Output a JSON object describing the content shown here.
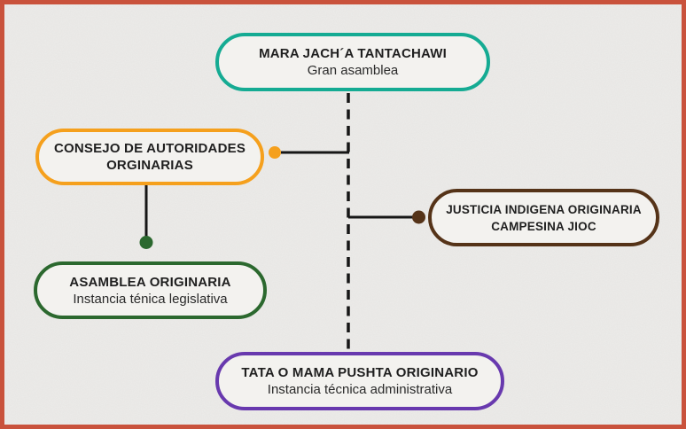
{
  "page": {
    "background": "#edecea",
    "frame_border_color": "#c9523c"
  },
  "diagram": {
    "connector_color": "#161616",
    "nodes": [
      {
        "id": "mara-jacha-tantachawi",
        "title_lines": [
          "MARA JACH´A TANTACHAWI"
        ],
        "subtitle": "Gran asamblea",
        "border_color": "#15ab93"
      },
      {
        "id": "consejo-de-autoridades-orginarias",
        "title_lines": [
          "CONSEJO DE AUTORIDADES",
          "ORGINARIAS"
        ],
        "border_color": "#f5a01d"
      },
      {
        "id": "justicia-indigena-originaria-campesina-jioc",
        "title_lines": [
          "JUSTICIA INDIGENA ORIGINARIA",
          "CAMPESINA JIOC"
        ],
        "border_color": "#553318"
      },
      {
        "id": "asamblea-originaria",
        "title_lines": [
          "ASAMBLEA ORIGINARIA"
        ],
        "subtitle": "Instancia ténica legislativa",
        "border_color": "#2b682e"
      },
      {
        "id": "tata-o-mama-pushta-originario",
        "title_lines": [
          "TATA O MAMA PUSHTA ORIGINARIO"
        ],
        "subtitle": "Instancia técnica administrativa",
        "border_color": "#6839ae"
      }
    ],
    "dots": [
      {
        "id": "consejo-branch-dot",
        "color": "#f5a01d"
      },
      {
        "id": "justicia-branch-dot",
        "color": "#553318"
      },
      {
        "id": "asamblea-branch-dot",
        "color": "#2b682e"
      }
    ]
  }
}
